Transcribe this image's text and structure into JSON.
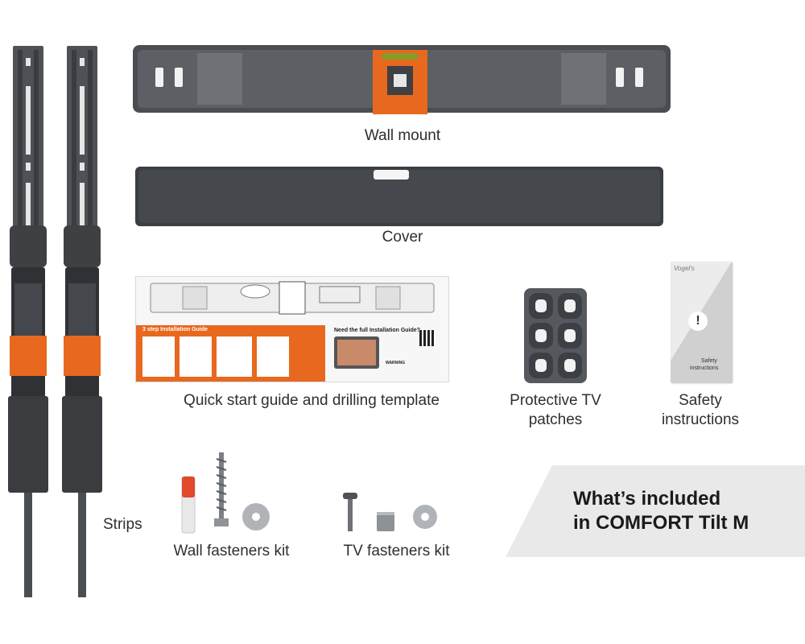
{
  "labels": {
    "wall_mount": "Wall mount",
    "cover": "Cover",
    "quick_start": "Quick start guide and drilling template",
    "protective_line1": "Protective TV",
    "protective_line2": "patches",
    "safety_line1": "Safety",
    "safety_line2": "instructions",
    "strips": "Strips",
    "wall_fasteners": "Wall fasteners kit",
    "tv_fasteners": "TV fasteners kit"
  },
  "banner": {
    "line1": "What’s included",
    "line2": "in COMFORT Tilt M"
  },
  "guide": {
    "heading": "3 step Installation Guide",
    "full_guide": "Need the full Installation Guide?",
    "warning": "WARNING"
  },
  "booklet": {
    "brand": "Vogel's",
    "title_line1": "Safety",
    "title_line2": "instructions",
    "symbol": "!"
  },
  "colors": {
    "orange": "#e8681f",
    "dark_grey": "#4a4d52",
    "mid_grey": "#6b6e73",
    "light_grey": "#e9e9e9"
  }
}
